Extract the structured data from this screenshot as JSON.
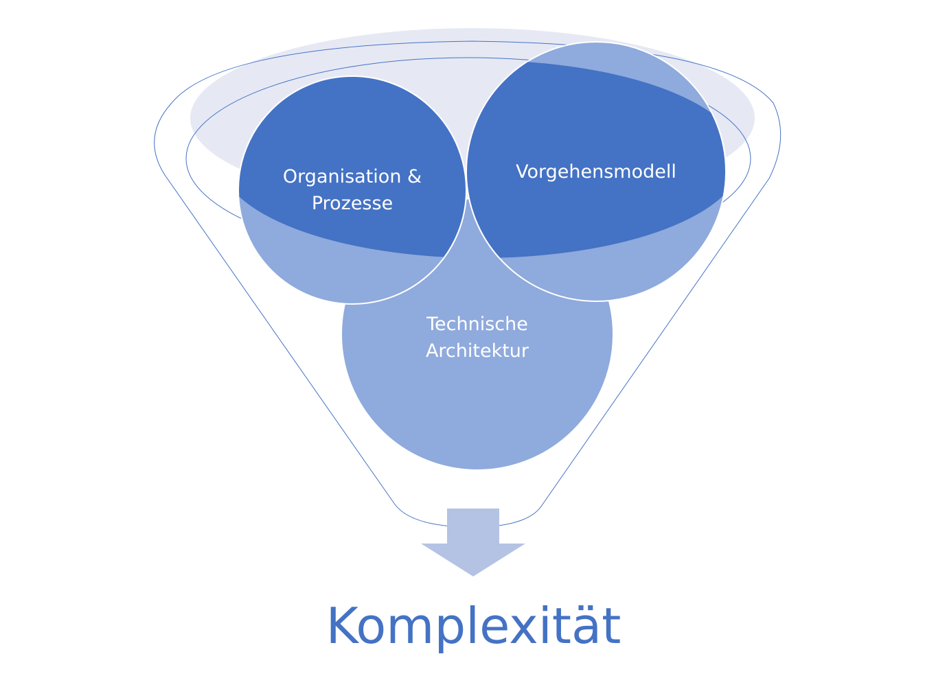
{
  "diagram": {
    "circles": [
      {
        "id": "organisation",
        "lines": [
          "Organisation &",
          "Prozesse"
        ]
      },
      {
        "id": "vorgehensmodell",
        "lines": [
          "Vorgehensmodell"
        ]
      },
      {
        "id": "technik",
        "lines": [
          "Technische",
          "Architektur"
        ]
      }
    ],
    "result": "Komplexität"
  },
  "colors": {
    "dark_blue": "#4472C4",
    "light_blue": "#8FAADC",
    "funnel_outline": "#4472C4",
    "ellipse_fill": "#E6E9F4",
    "arrow": "#B4C3E4",
    "text_result": "#4472C4"
  }
}
